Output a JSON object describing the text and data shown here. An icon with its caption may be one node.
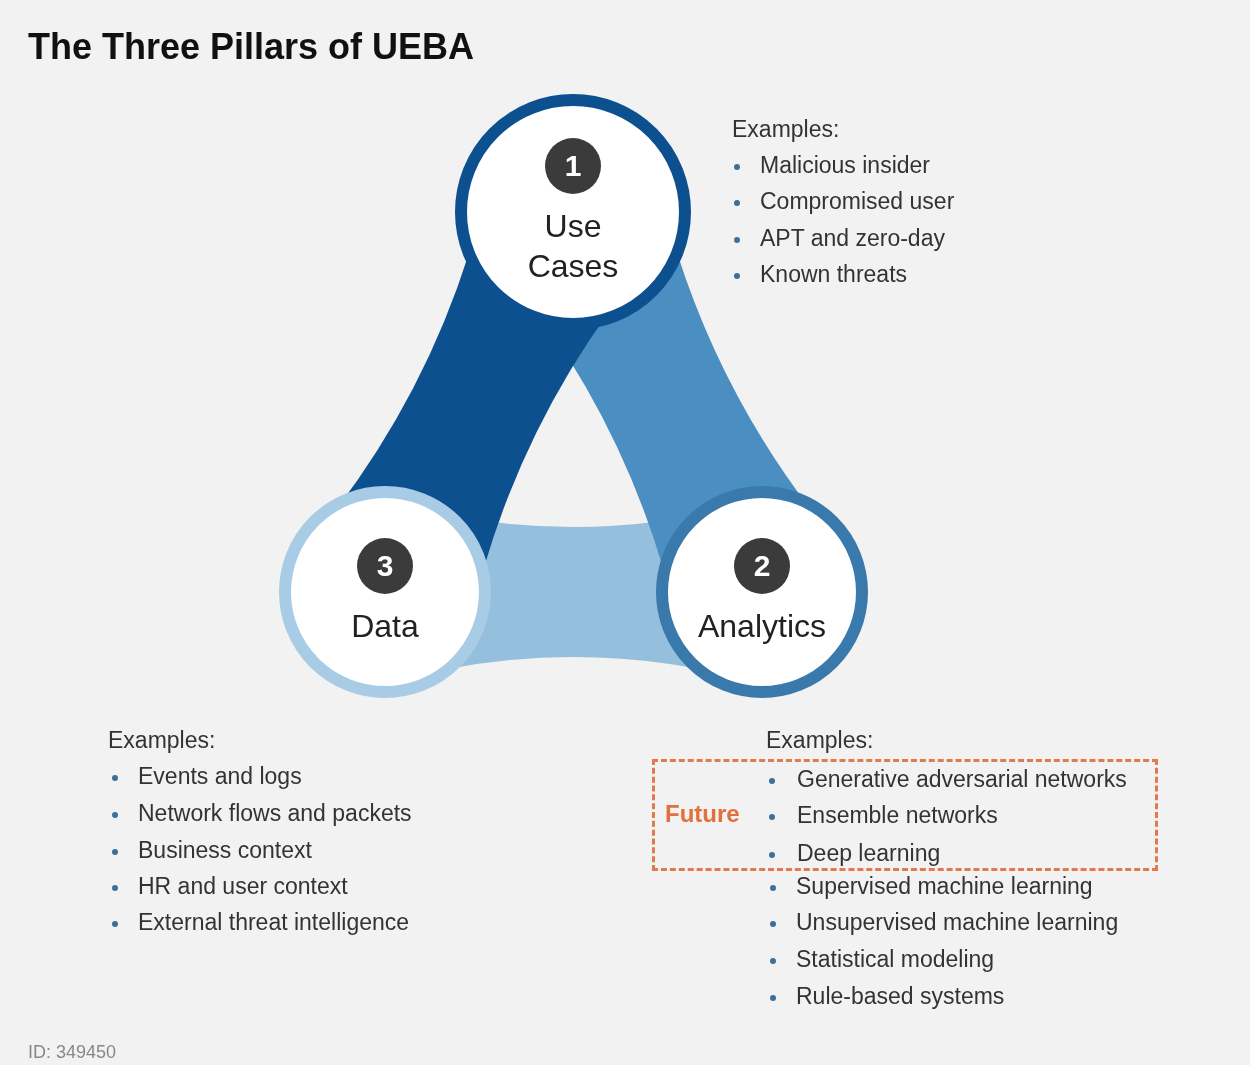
{
  "diagram": {
    "title": "The Three Pillars of UEBA",
    "nodes": [
      {
        "text": [
          "1",
          "Use Cases"
        ]
      },
      {
        "text": [
          "3",
          "Data"
        ]
      },
      {
        "text": [
          "2",
          "Analytics"
        ]
      },
      {
        "text": [
          "Future",
          "Generative adversarial networks",
          "Ensemble networks",
          "Deep learning"
        ]
      }
    ],
    "labels": [
      "Examples:",
      "Malicious insider",
      "Compromised user",
      "APT and zero-day",
      "Known threats",
      "Examples:",
      "Events and logs",
      "Network flows and packets",
      "Business context",
      "HR and user context",
      "External threat intelligence",
      "Examples:",
      "Supervised machine learning",
      "Unsupervised machine learning",
      "Statistical modeling",
      "Rule-based systems",
      "ID: 349450"
    ]
  }
}
